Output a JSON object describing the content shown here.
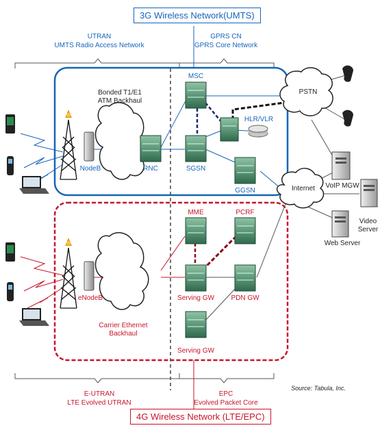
{
  "titles": {
    "umts": "3G Wireless Network(UMTS)",
    "lte": "4G Wireless Network (LTE/EPC)"
  },
  "sections": {
    "utran": "UTRAN",
    "utran_sub": "UMTS Radio Access Network",
    "gprs": "GPRS CN",
    "gprs_sub": "GPRS Core Network",
    "eutran": "E-UTRAN",
    "eutran_sub": "LTE Evolved UTRAN",
    "epc": "EPC",
    "epc_sub": "Evolved Packet Core"
  },
  "labels": {
    "backhaul_3g_1": "Bonded T1/E1",
    "backhaul_3g_2": "ATM Backhaul",
    "nodeb": "NodeB",
    "rnc": "RNC",
    "msc": "MSC",
    "sgsn": "SGSN",
    "hlr": "HLR/VLR",
    "ggsn": "GGSN",
    "pstn": "PSTN",
    "internet": "Internet",
    "voip": "VoIP MGW",
    "video1": "Video",
    "video2": "Server",
    "web": "Web Server",
    "mme": "MME",
    "pcrf": "PCRF",
    "enodeb": "eNodeB",
    "backhaul_4g_1": "Carrier Ethernet",
    "backhaul_4g_2": "Backhaul",
    "serving_gw_1": "Serving GW",
    "pdn_gw": "PDN GW",
    "serving_gw_2": "Serving GW"
  },
  "source": "Source: Tabula, Inc.",
  "colors": {
    "blue": "#1565b8",
    "red": "#c8142a",
    "equipment": "#3d7a5c"
  }
}
